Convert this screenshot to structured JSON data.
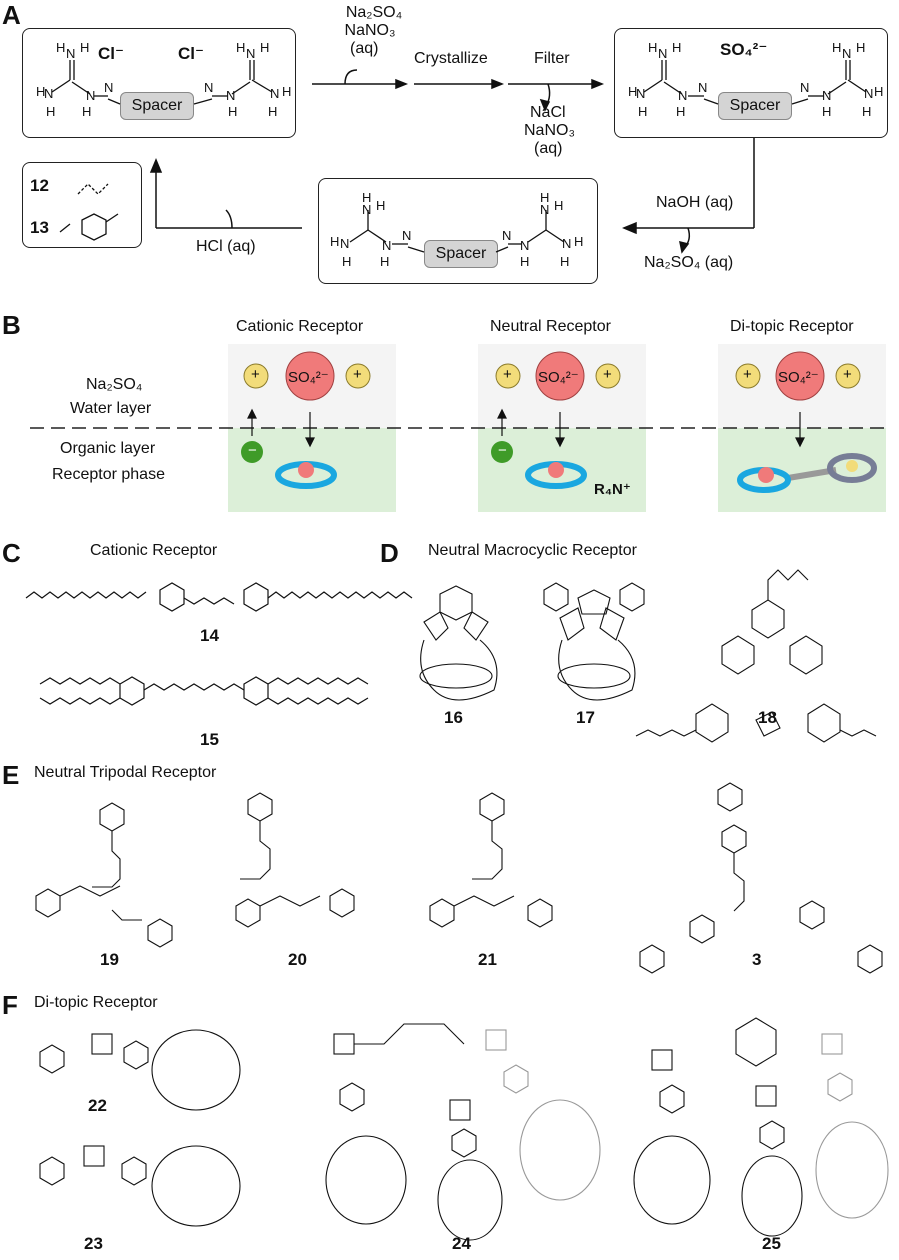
{
  "panel_A": {
    "letter": "A",
    "box1": {
      "anion1": "Cl⁻",
      "anion2": "Cl⁻",
      "spacer": "Spacer"
    },
    "box2": {
      "anion": "SO₄²⁻",
      "spacer": "Spacer"
    },
    "box3": {
      "spacer": "Spacer"
    },
    "legend": {
      "item1": "12",
      "item2": "13"
    },
    "reagents_top": [
      "Na₂SO₄",
      "NaNO₃",
      "(aq)"
    ],
    "crystallize": "Crystallize",
    "filter": "Filter",
    "filter_byproducts": [
      "NaCl",
      "NaNO₃",
      "(aq)"
    ],
    "naoh": "NaOH (aq)",
    "na2so4_out": "Na₂SO₄ (aq)",
    "hcl": "HCl (aq)"
  },
  "panel_B": {
    "letter": "B",
    "col1": "Cationic Receptor",
    "col2": "Neutral Receptor",
    "col3": "Di-topic Receptor",
    "water_label_1": "Na₂SO₄",
    "water_label_2": "Water layer",
    "organic_label_1": "Organic layer",
    "organic_label_2": "Receptor phase",
    "sulfate": "SO₄²⁻",
    "cation_sign": "+",
    "anion_sign": "−",
    "r4n": "R₄N⁺",
    "colors": {
      "water": "#f4f4f4",
      "organic": "#dcefd8",
      "ring": "#1aa7e0",
      "sulfate": "#f07a7a",
      "cation": "#f2dc7a",
      "chloride": "#3f9b28"
    }
  },
  "panel_C": {
    "letter": "C",
    "title": "Cationic Receptor",
    "c14": "14",
    "c15": "15"
  },
  "panel_D": {
    "letter": "D",
    "title": "Neutral Macrocyclic Receptor",
    "c16": "16",
    "c17": "17",
    "c18": "18"
  },
  "panel_E": {
    "letter": "E",
    "title": "Neutral Tripodal Receptor",
    "c19": "19",
    "c20": "20",
    "c21": "21",
    "c3": "3"
  },
  "panel_F": {
    "letter": "F",
    "title": "Di-topic Receptor",
    "c22": "22",
    "c23": "23",
    "c24": "24",
    "c25": "25"
  }
}
